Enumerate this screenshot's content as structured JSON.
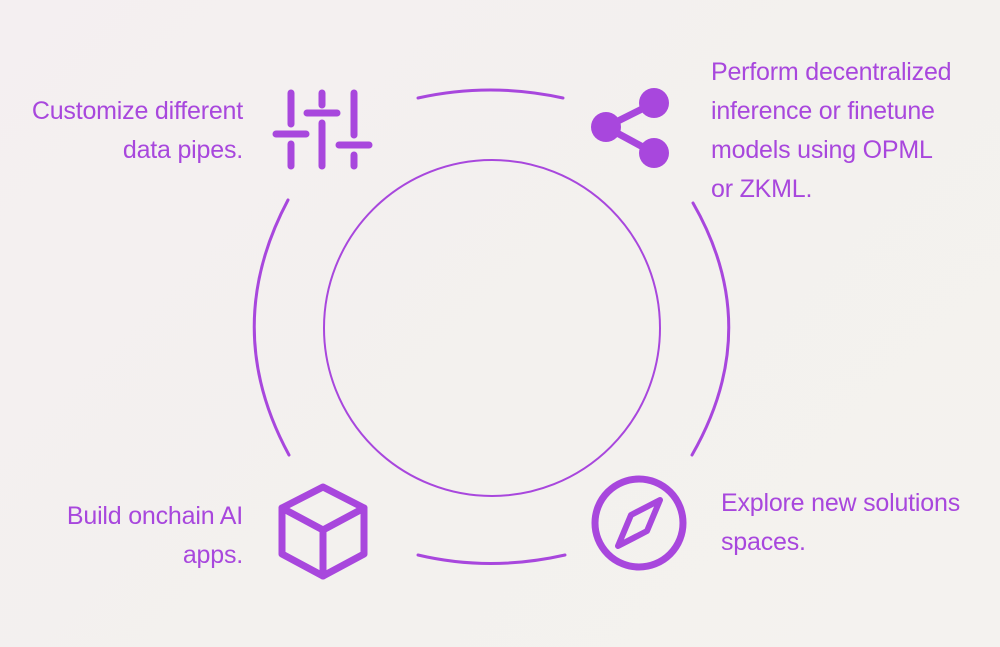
{
  "colors": {
    "accent": "#a847dd",
    "background": "#f4f1ef"
  },
  "diagram": {
    "items": [
      {
        "icon": "sliders-icon",
        "lines": [
          "Customize different",
          "data pipes."
        ]
      },
      {
        "icon": "share-icon",
        "lines": [
          "Perform decentralized",
          "inference or finetune",
          "models using OPML",
          "or ZKML."
        ]
      },
      {
        "icon": "cube-icon",
        "lines": [
          "Build onchain AI",
          "apps."
        ]
      },
      {
        "icon": "compass-icon",
        "lines": [
          "Explore new solutions",
          "spaces."
        ]
      }
    ]
  }
}
